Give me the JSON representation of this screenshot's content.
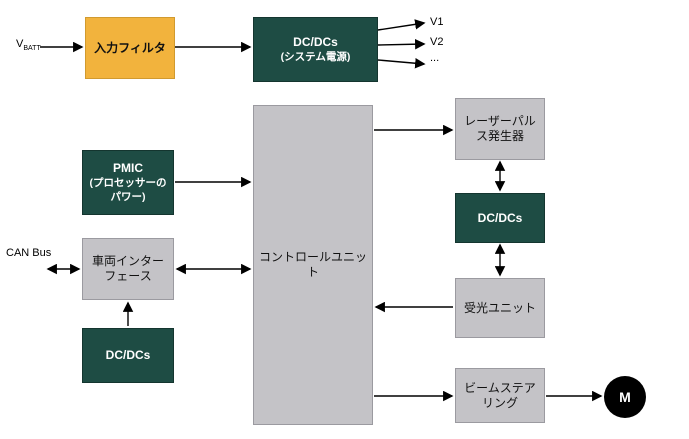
{
  "colors": {
    "yellow_fill": "#F2B33D",
    "yellow_border": "#D19A2F",
    "teal_fill": "#1E4C44",
    "gray_fill": "#C4C3C7",
    "gray_border": "#9B9AA0",
    "arrow": "#000000",
    "motor_fill": "#000000"
  },
  "labels": {
    "vbatt_main": "V",
    "vbatt_sub": "BATT",
    "can_bus": "CAN Bus",
    "v1": "V1",
    "v2": "V2",
    "v_more": "..."
  },
  "blocks": {
    "input_filter": {
      "label": "入力フィルタ"
    },
    "dcdc_system": {
      "label": "DC/DCs",
      "sublabel": "(システム電源)"
    },
    "pmic": {
      "label": "PMIC",
      "sublabel": "(プロセッサーのパワー)"
    },
    "vehicle_interface": {
      "label": "車両インターフェース"
    },
    "dcdc_vehicle": {
      "label": "DC/DCs"
    },
    "control_unit": {
      "label": "コントロールユニット"
    },
    "laser_pulse_generator": {
      "label": "レーザーパルス発生器"
    },
    "dcdc_laser": {
      "label": "DC/DCs"
    },
    "receiver_unit": {
      "label": "受光ユニット"
    },
    "beam_steering": {
      "label": "ビームステアリング"
    },
    "motor": {
      "label": "M"
    }
  }
}
